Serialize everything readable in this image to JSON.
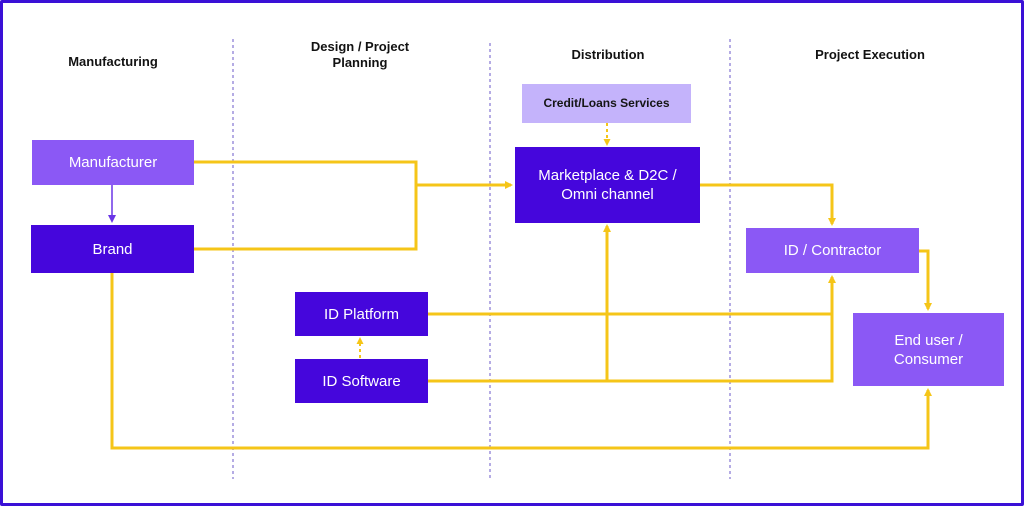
{
  "columns": {
    "manufacturing": "Manufacturing",
    "design": "Design / Project Planning",
    "distribution": "Distribution",
    "execution": "Project Execution"
  },
  "nodes": {
    "manufacturer": "Manufacturer",
    "brand": "Brand",
    "credit_loans": "Credit/Loans Services",
    "marketplace": "Marketplace & D2C / Omni channel",
    "id_contractor": "ID / Contractor",
    "id_platform": "ID Platform",
    "id_software": "ID Software",
    "end_user": "End user / Consumer"
  },
  "colors": {
    "frame_border": "#3a10d6",
    "node_dark": "#4506dc",
    "node_light": "#8b58f5",
    "node_pale": "#c4b3fb",
    "connector": "#f5c518",
    "divider": "#6b59c9"
  }
}
